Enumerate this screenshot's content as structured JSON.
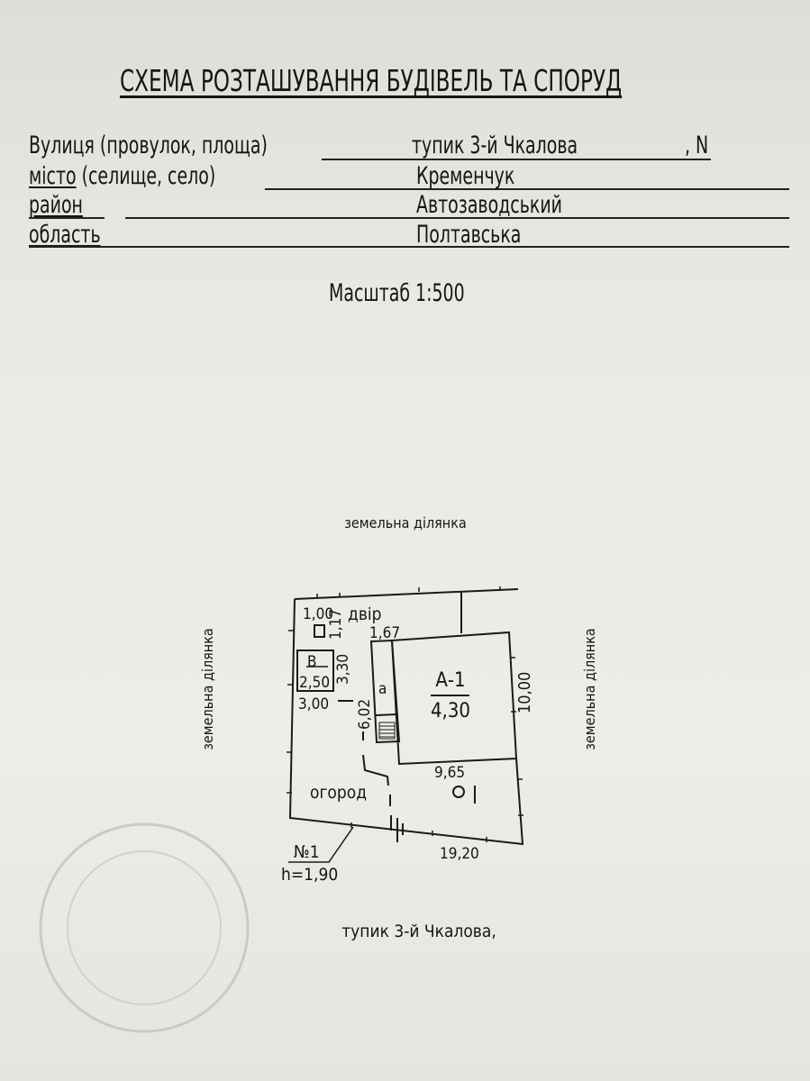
{
  "title": "СХЕМА РОЗТАШУВАННЯ БУДІВЕЛЬ ТА СПОРУД",
  "fields": [
    {
      "label": "Вулиця (провулок, площа)",
      "value": "тупик 3-й Чкалова",
      "suffix": ", N"
    },
    {
      "label_underlined": "місто",
      "label": " (селище, село)",
      "value": "Кременчук"
    },
    {
      "label_underlined": "район",
      "value": "Автозаводський"
    },
    {
      "label_underlined": "область",
      "value": "Полтавська"
    }
  ],
  "scale": "Масштаб 1:500",
  "plan": {
    "top_neighbor": "земельна ділянка",
    "left_neighbor": "земельна ділянка",
    "right_neighbor": "земельна ділянка",
    "street": "тупик 3-й Чкалова,",
    "yard": "двір",
    "garden": "огород",
    "house_label": "А-1",
    "house_height": "4,30",
    "annex": "а",
    "shed": "В",
    "shed_height": "2,50",
    "dims": {
      "d100": "1,00",
      "d117": "1,17",
      "d167": "1,67",
      "d330": "3,30",
      "d300": "3,00",
      "d602": "6,02",
      "d1000": "10,00",
      "d965": "9,65",
      "d1920": "19,20"
    },
    "plot_number": "№1",
    "plot_h": "h=1,90"
  }
}
